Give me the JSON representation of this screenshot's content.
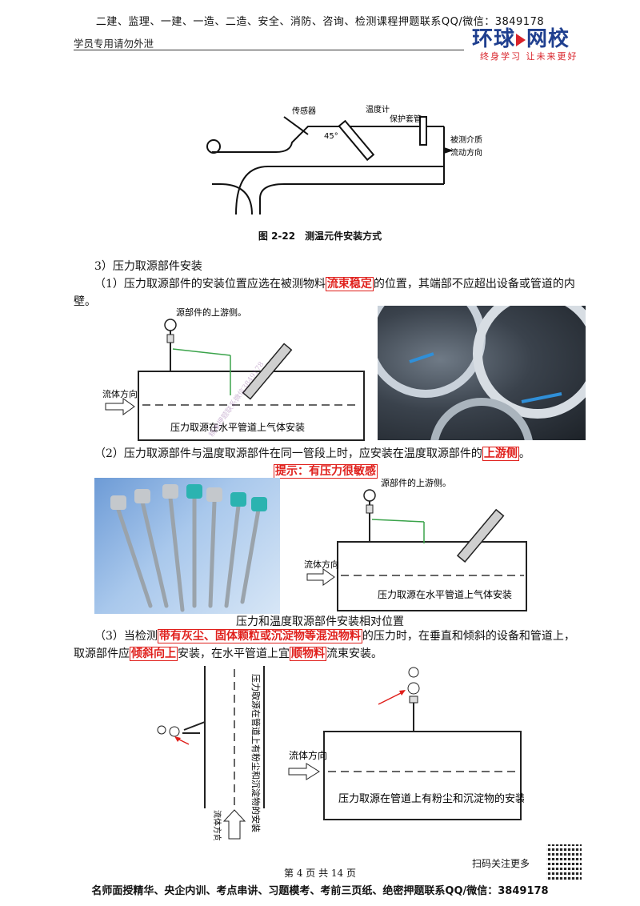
{
  "header": {
    "top_line": "二建、监理、一建、一造、二造、安全、消防、咨询、检测课程押题联系QQ/微信：3849178",
    "left_note": "学员专用请勿外泄",
    "logo_text_a": "环球",
    "logo_text_b": "网校",
    "logo_slogan": "终身学习 让未来更好"
  },
  "fig1": {
    "caption": "图 2-22　测温元件安装方式",
    "label_sensor": "传感器",
    "label_thermometer": "温度计",
    "label_sleeve": "保护套管",
    "label_angle": "45°",
    "label_medium": "被测介质",
    "label_flow": "流动方向"
  },
  "section": {
    "heading": "3）压力取源部件安装",
    "p1_pre": "（1）压力取源部件的安装位置应选在被测物料",
    "p1_hl": "流束稳定",
    "p1_post": "的位置，其端部不应超出设备或管道的内壁。",
    "p2_pre": "（2）压力取源部件与温度取源部件在同一管段上时，应安装在温度取源部件的",
    "p2_hl": "上游侧",
    "p2_post": "。",
    "hint": "提示：有压力很敏感",
    "caption2": "压力和温度取源部件安装相对位置",
    "p3_pre": "（3）当检测",
    "p3_hl1": "带有灰尘、固体颗粒或沉淀物等混浊物料",
    "p3_mid1": "的压力时，在垂直和倾斜的设备和管道上，",
    "p3_line2_pre": "取源部件应",
    "p3_hl2": "倾斜向上",
    "p3_mid2": "安装，在水平管道上宜",
    "p3_hl3": "顺物料",
    "p3_post": "流束安装。"
  },
  "diagram_a": {
    "upstream": "源部件的上游侧。",
    "flow": "流体方向",
    "pipe_text": "压力取源在水平管道上气体安装",
    "watermark_small": "精准押题联系微信3849178"
  },
  "diagram_b": {
    "upstream": "源部件的上游侧。",
    "flow": "流体方向",
    "pipe_text": "压力取源在水平管道上气体安装"
  },
  "diagram_c": {
    "vertical_text": "压力取源在管道上有粉尘和沉淀物的安装",
    "vertical_flow": "流体方向",
    "flow": "流体方向",
    "pipe_text": "压力取源在管道上有粉尘和沉淀物的安装"
  },
  "footer": {
    "scan": "扫码关注更多",
    "page": "第 4 页 共 14 页",
    "main": "名师面授精华、央企内训、考点串讲、习题模考、考前三页纸、绝密押题联系QQ/微信：3849178"
  },
  "colors": {
    "highlight": "#e0201c",
    "logo_blue": "#1f3f8f",
    "logo_red": "#d9232a"
  }
}
